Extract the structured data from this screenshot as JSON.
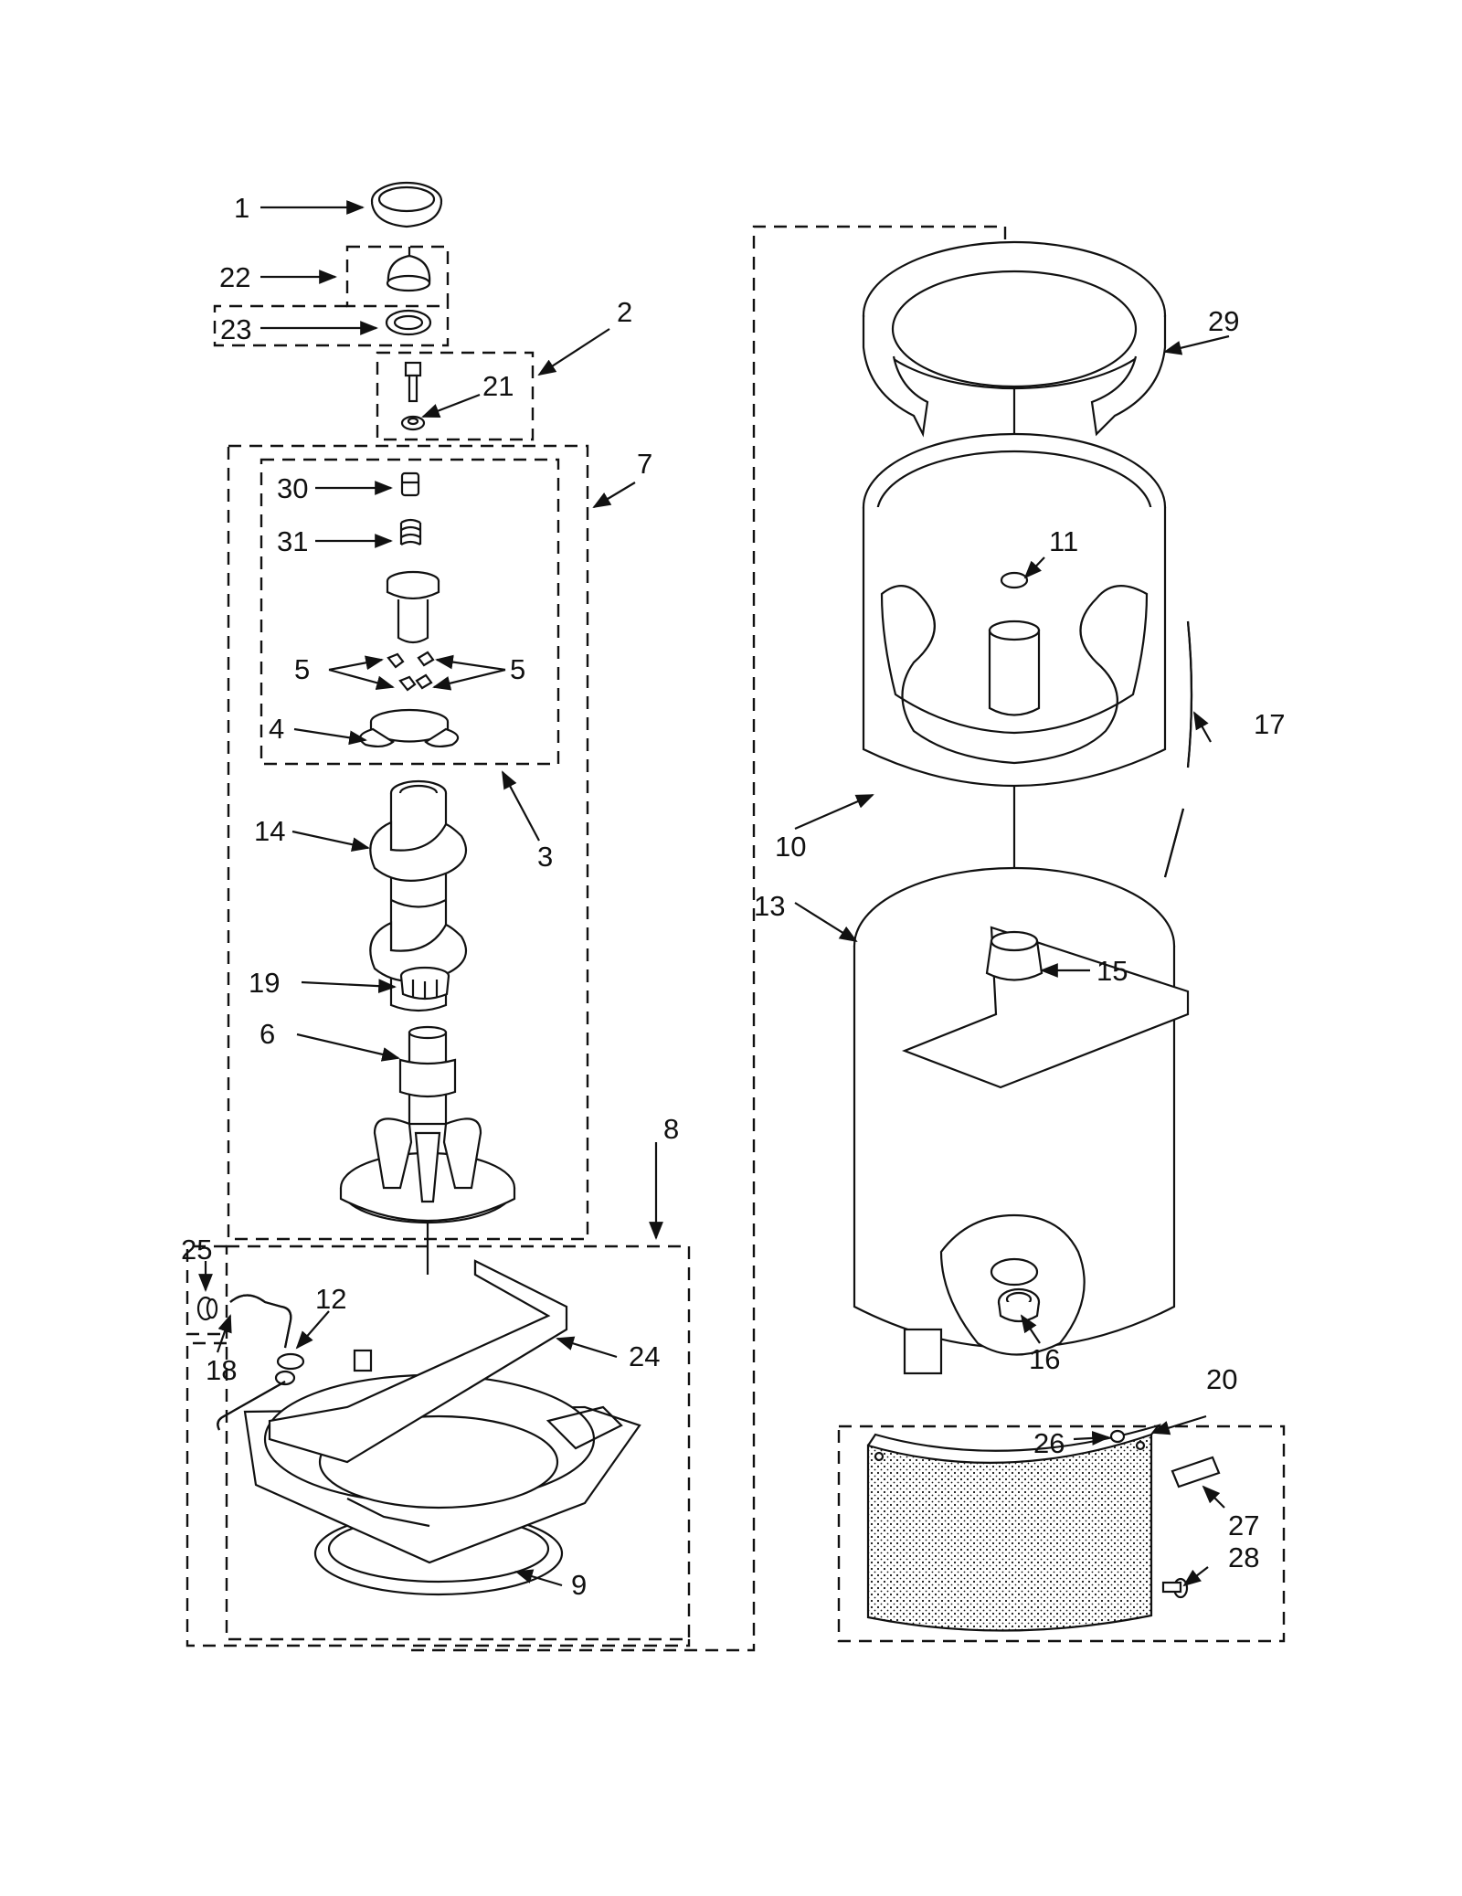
{
  "callouts": {
    "c1": "1",
    "c2": "2",
    "c3": "3",
    "c4": "4",
    "c5a": "5",
    "c5b": "5",
    "c6": "6",
    "c7": "7",
    "c8": "8",
    "c9": "9",
    "c10": "10",
    "c11": "11",
    "c12": "12",
    "c13": "13",
    "c14": "14",
    "c15": "15",
    "c16": "16",
    "c17": "17",
    "c18": "18",
    "c19": "19",
    "c20": "20",
    "c21": "21",
    "c22": "22",
    "c23": "23",
    "c24": "24",
    "c25": "25",
    "c26": "26",
    "c27": "27",
    "c28": "28",
    "c29": "29",
    "c30": "30",
    "c31": "31"
  },
  "colors": {
    "ink": "#111111",
    "paper": "#ffffff"
  }
}
